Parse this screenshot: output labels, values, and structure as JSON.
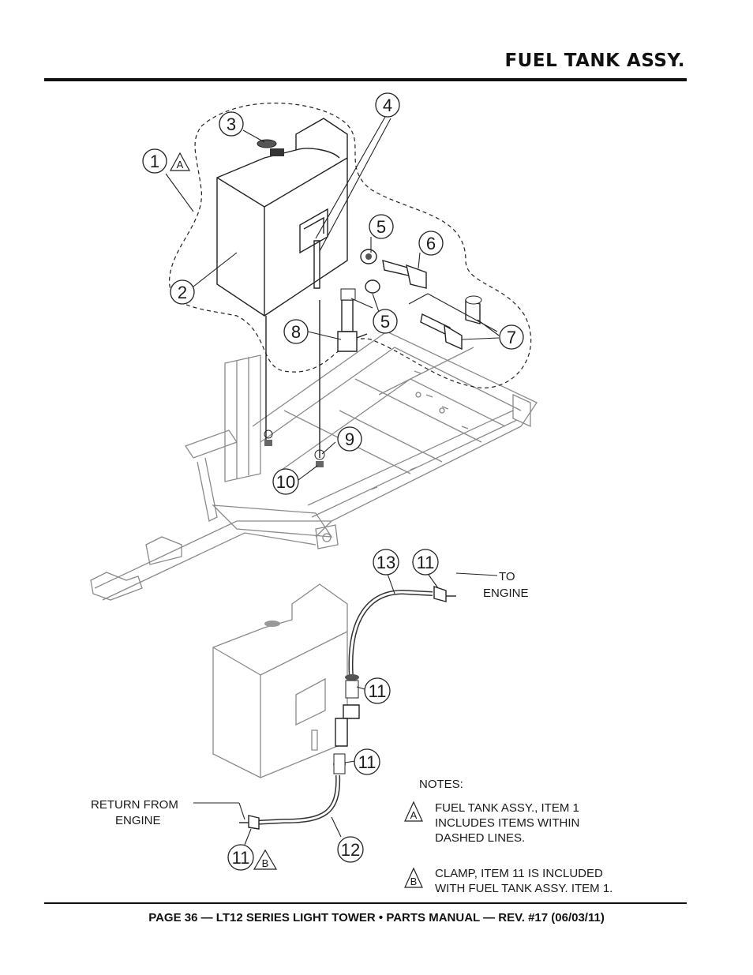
{
  "header": {
    "title": "FUEL TANK ASSY."
  },
  "footer": {
    "text": "PAGE 36 — LT12 SERIES LIGHT TOWER • PARTS MANUAL — REV. #17 (06/03/11)"
  },
  "callouts": {
    "c1": "1",
    "c2": "2",
    "c3": "3",
    "c4": "4",
    "c5a": "5",
    "c5b": "5",
    "c6": "6",
    "c7": "7",
    "c8": "8",
    "c9": "9",
    "c10": "10",
    "c11a": "11",
    "c11b": "11",
    "c11c": "11",
    "c11d": "11",
    "c12": "12",
    "c13": "13"
  },
  "markers": {
    "a": "A",
    "b": "B"
  },
  "labels": {
    "to": "TO",
    "engine": "ENGINE",
    "return_from": "RETURN FROM",
    "return_engine": "ENGINE"
  },
  "notes": {
    "heading": "NOTES:",
    "marker_a": "A",
    "note_a_l1": "FUEL TANK ASSY., ITEM 1",
    "note_a_l2": "INCLUDES ITEMS WITHIN",
    "note_a_l3": "DASHED LINES.",
    "marker_b": "B",
    "note_b_l1": "CLAMP, ITEM 11 IS INCLUDED",
    "note_b_l2": "WITH FUEL TANK ASSY. ITEM 1."
  }
}
